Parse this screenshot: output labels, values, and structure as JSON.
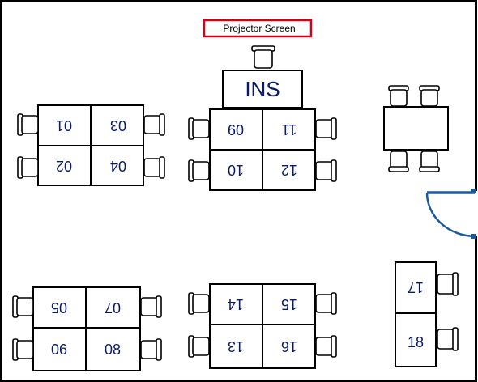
{
  "projector": {
    "label": "Projector Screen",
    "border_color": "#d0021b"
  },
  "instructor": {
    "label": "INS"
  },
  "text_color": "#0a1a6b",
  "door_color": "#1a5aa0",
  "seats": {
    "s01": "01",
    "s02": "02",
    "s03": "03",
    "s04": "04",
    "s05": "05",
    "s06": "06",
    "s07": "07",
    "s08": "08",
    "s09": "09",
    "s10": "10",
    "s11": "11",
    "s12": "12",
    "s13": "13",
    "s14": "14",
    "s15": "15",
    "s16": "16",
    "s17": "17",
    "s18": "18"
  }
}
